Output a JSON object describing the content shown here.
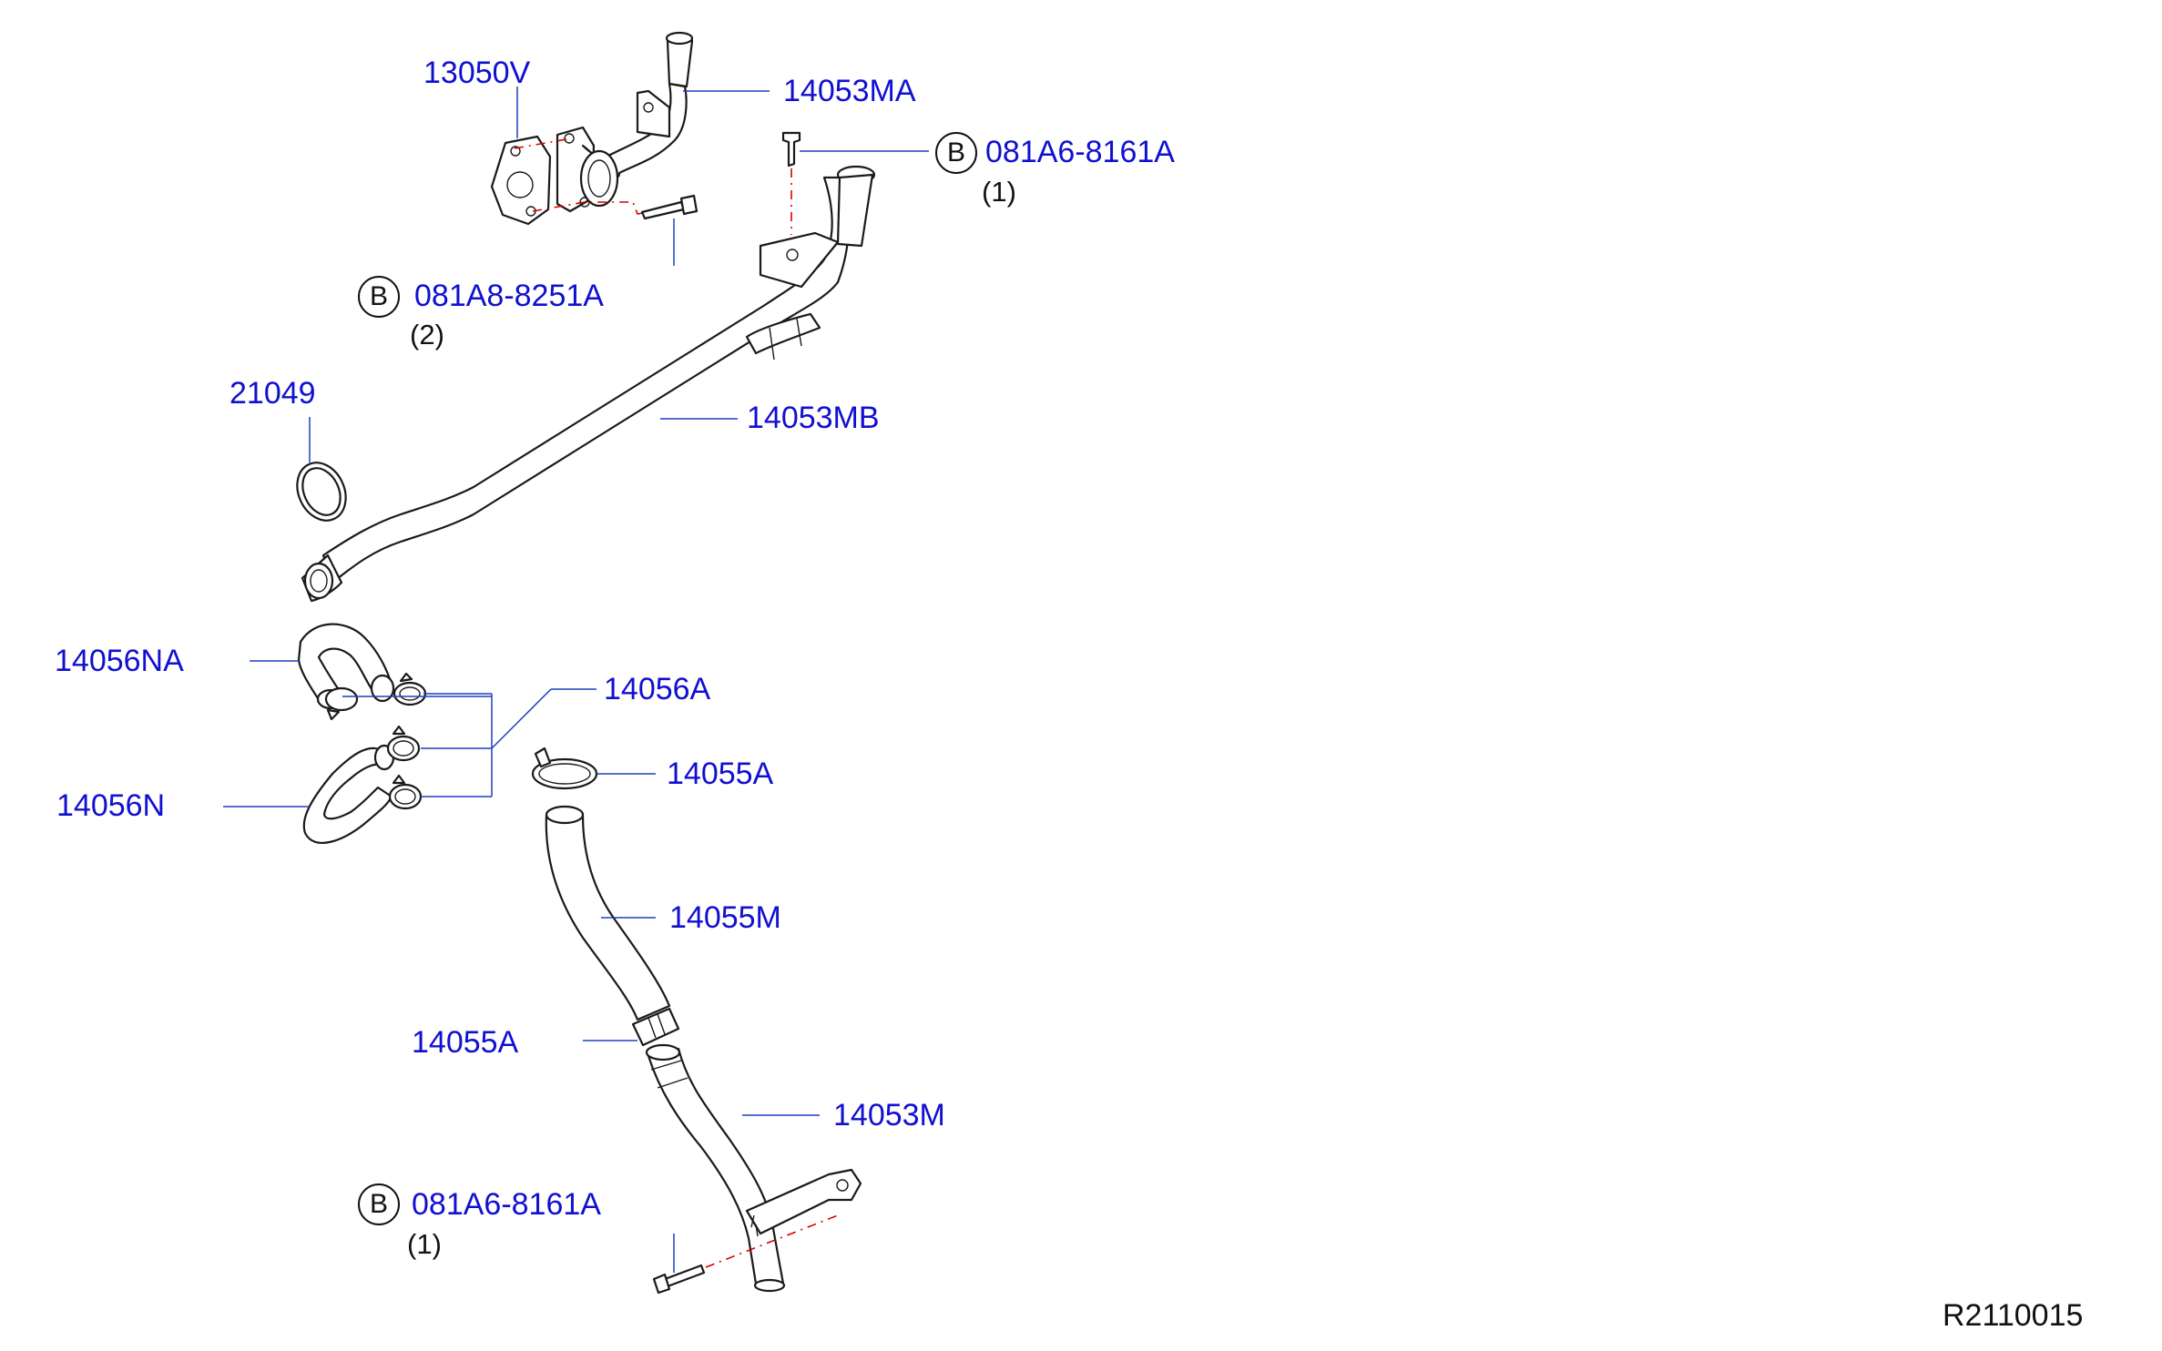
{
  "parts": {
    "p13050V": "13050V",
    "p14053MA": "14053MA",
    "p081A6_top": "081A6-8161A",
    "p081A6_top_qty": "(1)",
    "p081A8": "081A8-8251A",
    "p081A8_qty": "(2)",
    "p21049": "21049",
    "p14053MB": "14053MB",
    "p14056NA": "14056NA",
    "p14056A": "14056A",
    "p14055A_top": "14055A",
    "p14056N": "14056N",
    "p14055M": "14055M",
    "p14055A_bottom": "14055A",
    "p14053M": "14053M",
    "p081A6_bottom": "081A6-8161A",
    "p081A6_bottom_qty": "(1)"
  },
  "bolt_marker": "B",
  "reference_code": "R2110015",
  "colors": {
    "part_number": "#1010d0",
    "leader_line": "#1f3fbf",
    "center_line": "#d40000",
    "outline": "#1a1a1a"
  }
}
